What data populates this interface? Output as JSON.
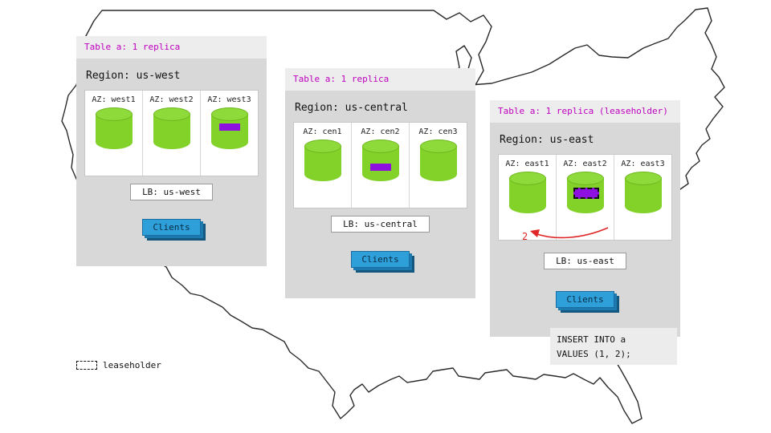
{
  "regions": [
    {
      "table_label": "Table a: 1 replica",
      "region_label": "Region: us-west",
      "azs": [
        {
          "label": "AZ: west1"
        },
        {
          "label": "AZ: west2"
        },
        {
          "label": "AZ: west3"
        }
      ],
      "lb_label": "LB: us-west",
      "clients_label": "Clients"
    },
    {
      "table_label": "Table a: 1 replica",
      "region_label": "Region: us-central",
      "azs": [
        {
          "label": "AZ: cen1"
        },
        {
          "label": "AZ: cen2"
        },
        {
          "label": "AZ: cen3"
        }
      ],
      "lb_label": "LB: us-central",
      "clients_label": "Clients"
    },
    {
      "table_label": "Table a: 1 replica (leaseholder)",
      "region_label": "Region: us-east",
      "azs": [
        {
          "label": "AZ: east1"
        },
        {
          "label": "AZ: east2"
        },
        {
          "label": "AZ: east3"
        }
      ],
      "lb_label": "LB: us-east",
      "clients_label": "Clients"
    }
  ],
  "note": {
    "lines": [
      "INSERT INTO a",
      "VALUES (1, 2);"
    ]
  },
  "legend": {
    "label": "leaseholder"
  },
  "annotation": {
    "step_number": "2"
  },
  "colors": {
    "cylinder_green": "#82d22a",
    "replica_purple": "#8d10e0",
    "header_magenta": "#bf00bf",
    "clients_blue": "#2e9fd8",
    "annotation_red": "#e02626",
    "panel_gray": "#d8d8d8"
  }
}
